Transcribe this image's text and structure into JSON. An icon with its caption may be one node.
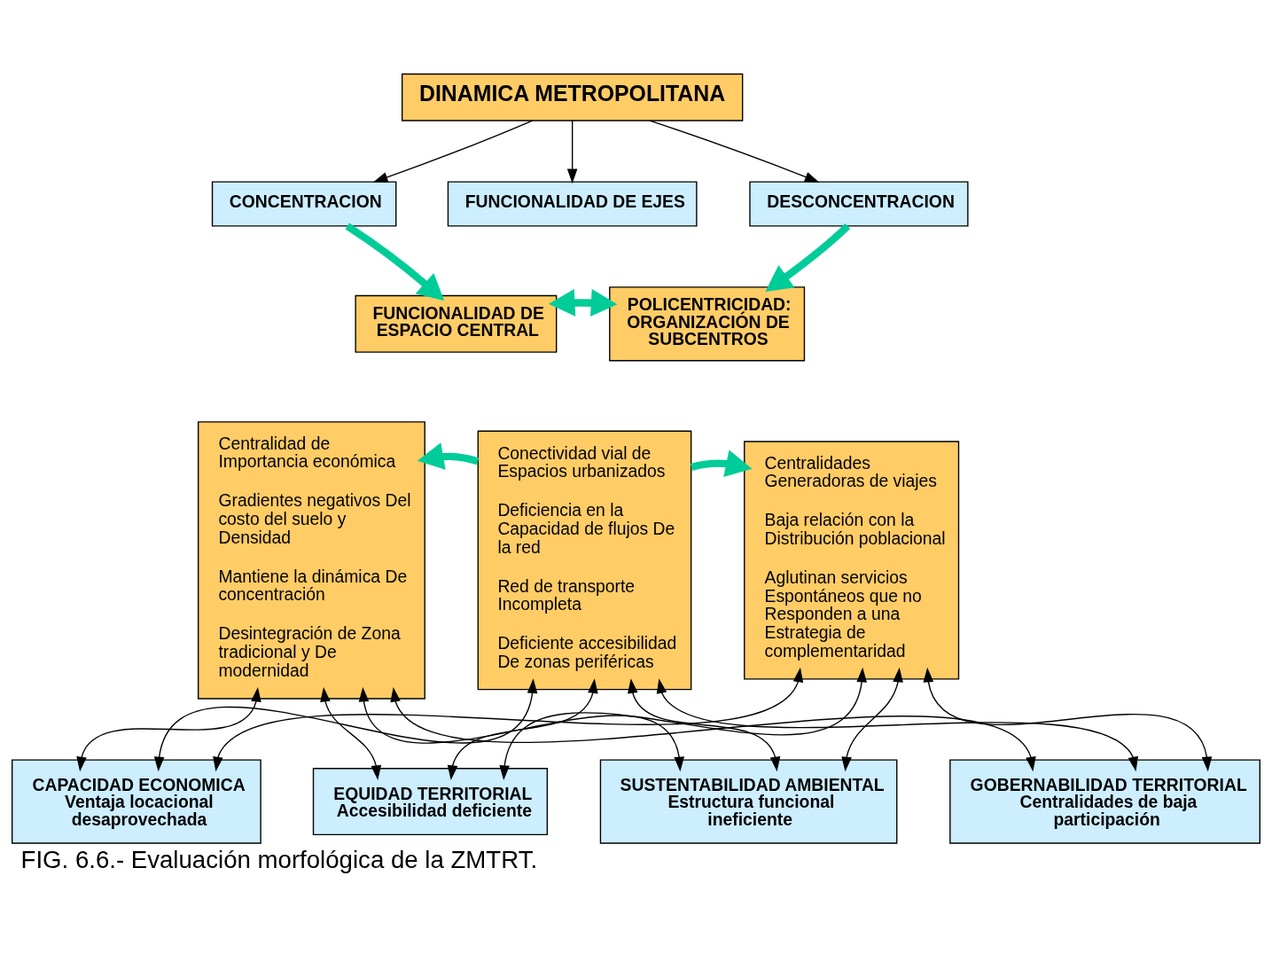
{
  "diagram": {
    "caption": "FIG. 6.6.- Evaluación morfológica de la ZMTRT.",
    "nodes": [
      {
        "text": [
          "DINAMICA METROPOLITANA"
        ]
      },
      {
        "text": [
          "CONCENTRACION"
        ]
      },
      {
        "text": [
          "FUNCIONALIDAD DE EJES"
        ]
      },
      {
        "text": [
          "DESCONCENTRACION"
        ]
      },
      {
        "text": [
          "FUNCIONALIDAD DE ESPACIO CENTRAL"
        ]
      },
      {
        "text": [
          "POLICENTRICIDAD: ORGANIZACIÓN DE SUBCENTROS"
        ]
      },
      {
        "text": [
          "Centralidad de Importancia económica",
          "Gradientes negativos Del costo del suelo y Densidad",
          "Mantiene la dinámica De concentración",
          "Desintegración de Zona tradicional y De modernidad"
        ]
      },
      {
        "text": [
          "Conectividad vial de Espacios urbanizados",
          "Deficiencia en la Capacidad de flujos De la red",
          "Red de transporte Incompleta",
          "Deficiente accesibilidad De zonas periféricas"
        ]
      },
      {
        "text": [
          "Centralidades Generadoras de viajes",
          "Baja relación con la Distribución poblacional",
          "Aglutinan servicios Espontáneos que no Responden a una Estrategia de complementaridad"
        ]
      },
      {
        "text": [
          "CAPACIDAD ECONOMICA",
          "Ventaja locacional desaprovechada"
        ]
      },
      {
        "text": [
          "EQUIDAD TERRITORIAL",
          "Accesibilidad deficiente"
        ]
      },
      {
        "text": [
          "SUSTENTABILIDAD AMBIENTAL",
          "Estructura funcional ineficiente"
        ]
      },
      {
        "text": [
          "GOBERNABILIDAD TERRITORIAL",
          "Centralidades de baja participación"
        ]
      }
    ],
    "edges": [
      {
        "from": 0,
        "to": 1,
        "arrow": "to"
      },
      {
        "from": 0,
        "to": 2,
        "arrow": "to"
      },
      {
        "from": 0,
        "to": 3,
        "arrow": "to"
      },
      {
        "from": 1,
        "to": 4,
        "arrow": "to",
        "style": "thick",
        "color": "#00cc99"
      },
      {
        "from": 3,
        "to": 5,
        "arrow": "to",
        "style": "thick",
        "color": "#00cc99"
      },
      {
        "from": 4,
        "to": 5,
        "arrow": "both",
        "style": "thick",
        "color": "#00cc99"
      },
      {
        "from": 7,
        "to": 6,
        "arrow": "to",
        "style": "thick",
        "color": "#00cc99"
      },
      {
        "from": 7,
        "to": 8,
        "arrow": "to",
        "style": "thick",
        "color": "#00cc99"
      },
      {
        "from": 6,
        "to": 9,
        "arrow": "both"
      },
      {
        "from": 6,
        "to": 10,
        "arrow": "both"
      },
      {
        "from": 6,
        "to": 11,
        "arrow": "both"
      },
      {
        "from": 6,
        "to": 12,
        "arrow": "both"
      },
      {
        "from": 7,
        "to": 9,
        "arrow": "both"
      },
      {
        "from": 7,
        "to": 10,
        "arrow": "both"
      },
      {
        "from": 7,
        "to": 11,
        "arrow": "both"
      },
      {
        "from": 7,
        "to": 12,
        "arrow": "both"
      },
      {
        "from": 8,
        "to": 9,
        "arrow": "both"
      },
      {
        "from": 8,
        "to": 10,
        "arrow": "both"
      },
      {
        "from": 8,
        "to": 11,
        "arrow": "both"
      },
      {
        "from": 8,
        "to": 12,
        "arrow": "both"
      }
    ]
  }
}
